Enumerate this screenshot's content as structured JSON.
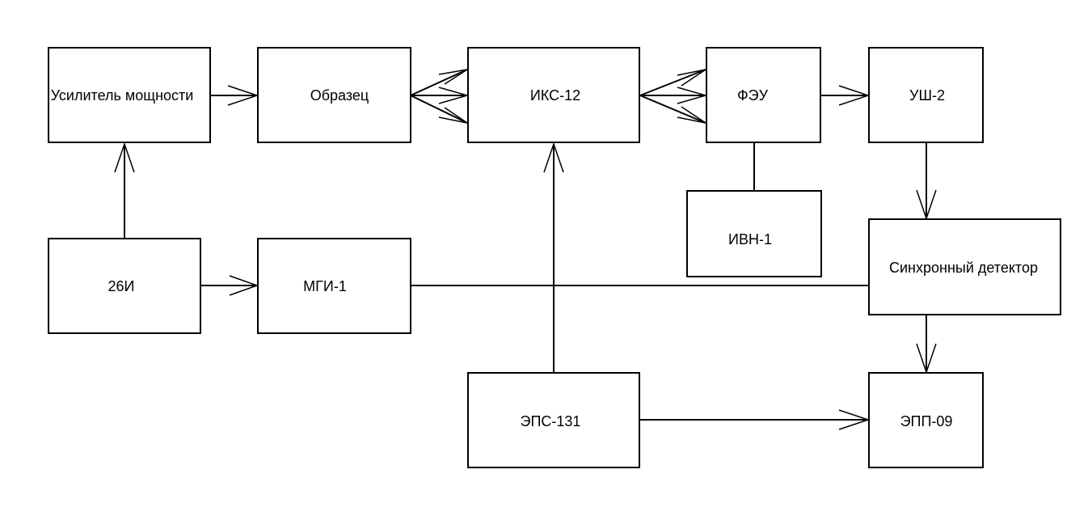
{
  "blocks": {
    "amplifier": "Усилитель мощности",
    "sample": "Образец",
    "iks12": "ИКС-12",
    "feu": "ФЭУ",
    "ush2": "УШ-2",
    "ivn1": "ИВН-1",
    "gen26": "26И",
    "mgi1": "МГИ-1",
    "sync_detector": "Синхронный детектор",
    "eps131": "ЭПС-131",
    "epp09": "ЭПП-09"
  }
}
